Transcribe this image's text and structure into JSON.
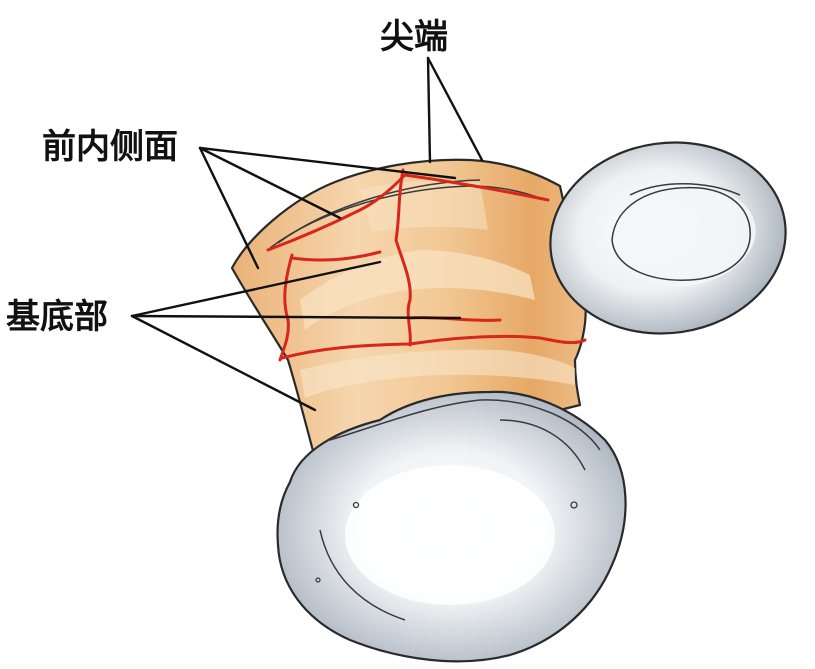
{
  "labels": {
    "tip": "尖端",
    "anteromedial_surface": "前内侧面",
    "base": "基底部"
  },
  "colors": {
    "bone_fill": "#eeb87c",
    "bone_highlight": "#f7dcb4",
    "cartilage_fill": "#e9ecef",
    "cartilage_shade": "#a9b4bf",
    "fracture_line": "#d9261c",
    "label_text": "#111111"
  }
}
